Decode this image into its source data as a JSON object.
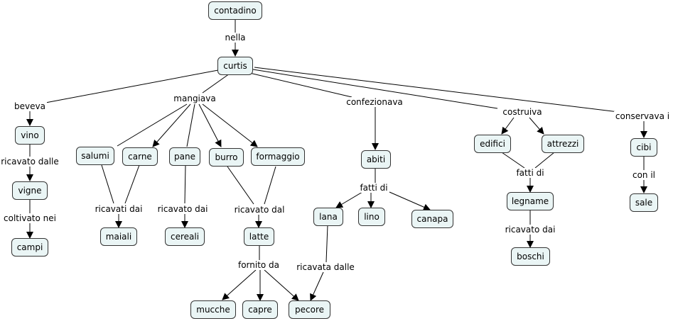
{
  "concept_map": {
    "nodes": {
      "contadino": "contadino",
      "curtis": "curtis",
      "vino": "vino",
      "vigne": "vigne",
      "campi": "campi",
      "salumi": "salumi",
      "carne": "carne",
      "pane": "pane",
      "burro": "burro",
      "formaggio": "formaggio",
      "maiali": "maiali",
      "cereali": "cereali",
      "latte": "latte",
      "mucche": "mucche",
      "capre": "capre",
      "pecore": "pecore",
      "abiti": "abiti",
      "lana": "lana",
      "lino": "lino",
      "canapa": "canapa",
      "edifici": "edifici",
      "attrezzi": "attrezzi",
      "legname": "legname",
      "boschi": "boschi",
      "cibi": "cibi",
      "sale": "sale"
    },
    "links": {
      "nella": "nella",
      "beveva": "beveva",
      "mangiava": "mangiava",
      "confezionava": "confezionava",
      "costruiva": "costruiva",
      "conservava": "conservava i",
      "ricavato_dalle": "ricavato dalle",
      "coltivato_nei": "coltivato nei",
      "ricavati_dai": "ricavati dai",
      "ricavato_dai_cereali": "ricavato dai",
      "ricavato_dal": "ricavato dal",
      "fornito_da": "fornito da",
      "fatti_di_abiti": "fatti di",
      "ricavata_dalle": "ricavata dalle",
      "fatti_di_legname": "fatti di",
      "ricavato_dai_boschi": "ricavato dai",
      "con_il": "con il"
    }
  }
}
